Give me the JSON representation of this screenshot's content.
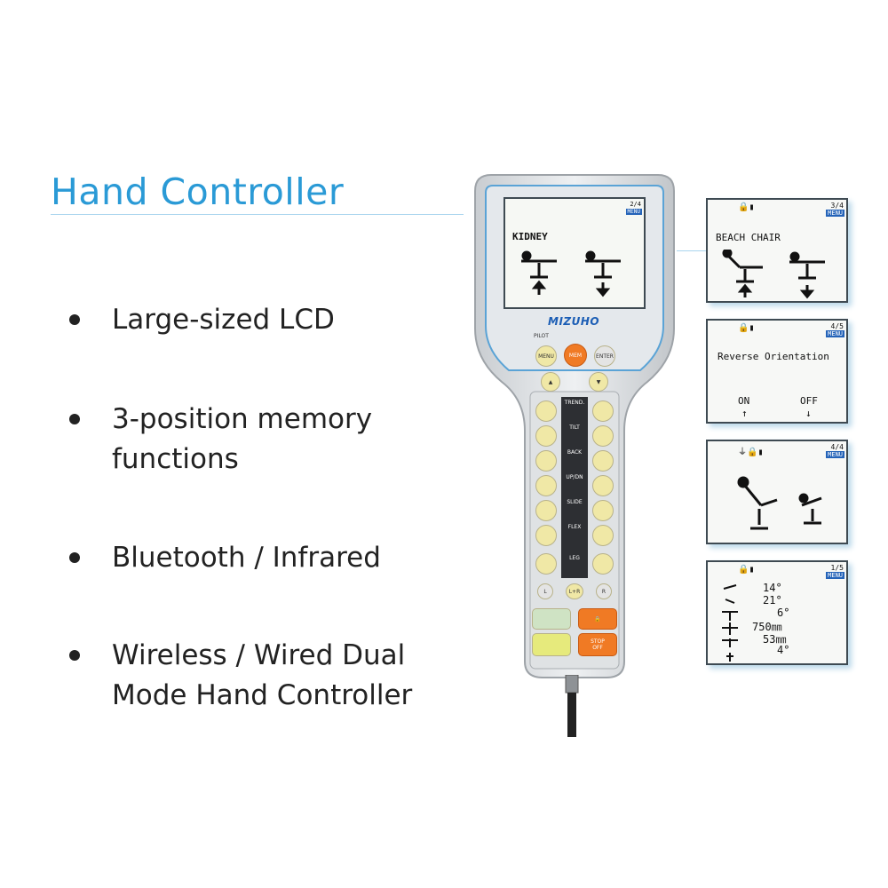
{
  "title": "Hand Controller",
  "bullets": [
    {
      "text": "Large-sized LCD"
    },
    {
      "text": "3-position memory functions"
    },
    {
      "text": "Bluetooth / Infrared"
    },
    {
      "text": "Wireless / Wired Dual Mode Hand Controller"
    }
  ],
  "device": {
    "brand": "MIZUHO",
    "pilot": "PILOT",
    "lcd": {
      "page": "2/4",
      "menu": "MENU",
      "label": "KIDNEY"
    },
    "buttons": {
      "menu": "MENU",
      "mem": "MEM",
      "enter": "ENTER",
      "l": "L",
      "lr": "L+R",
      "r": "R",
      "stop": "STOP",
      "off": "OFF"
    },
    "rows": [
      "TREND.",
      "TILT",
      "BACK",
      "UP/DN",
      "SLIDE",
      "FLEX",
      "LEG"
    ]
  },
  "panels": [
    {
      "page": "3/4",
      "menu": "MENU",
      "label": "BEACH CHAIR"
    },
    {
      "page": "4/5",
      "menu": "MENU",
      "label": "Reverse Orientation",
      "on": "ON",
      "off": "OFF"
    },
    {
      "page": "4/4",
      "menu": "MENU"
    },
    {
      "page": "1/5",
      "menu": "MENU",
      "readings": [
        "14°",
        "21°",
        "6°",
        "750㎜",
        "53㎜",
        "4°"
      ]
    }
  ],
  "colors": {
    "title": "#2a9ad6",
    "menu_badge": "#2463b8",
    "mem_button": "#f07a24",
    "stop_button": "#f07a24"
  }
}
